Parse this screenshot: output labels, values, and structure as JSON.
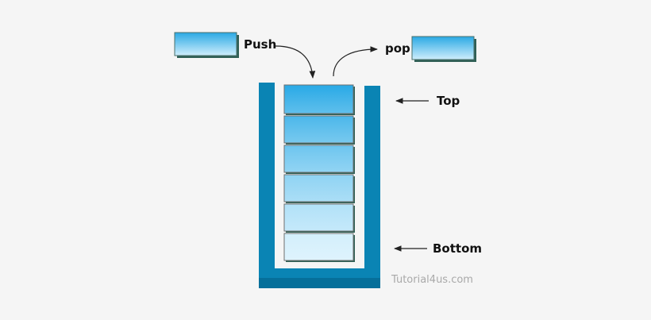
{
  "labels": {
    "push": "Push",
    "pop": "pop",
    "top": "Top",
    "bottom": "Bottom"
  },
  "watermark": "Tutorial4us.com",
  "stack": {
    "element_count": 6
  },
  "colors": {
    "container": "#0a84b4",
    "container_dark": "#066f9a",
    "block_top": "#29a9e6",
    "block_light": "#d3effc",
    "block_border": "#707070",
    "block_shadow": "#2f5f55",
    "arrow": "#222222",
    "text": "#111111",
    "watermark": "#a9a9a9"
  }
}
